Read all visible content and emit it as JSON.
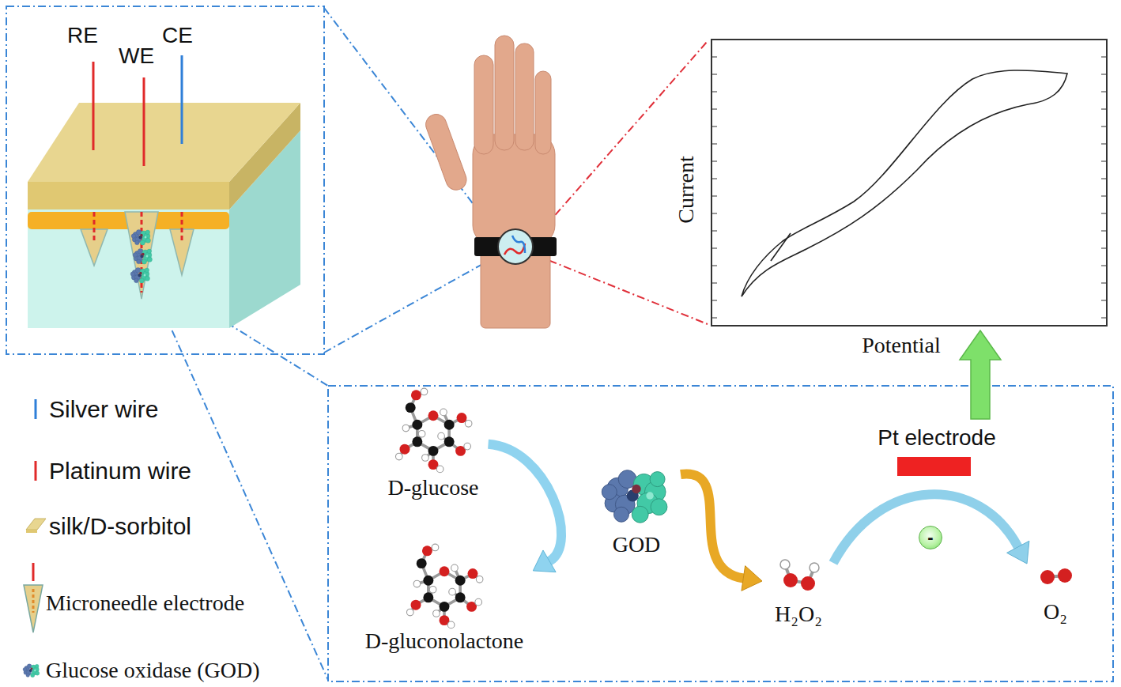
{
  "diagram": {
    "nodes": [
      {
        "text": [
          "D-glucose"
        ]
      },
      {
        "text": [
          "D-gluconolactone"
        ]
      },
      {
        "text": [
          "GOD"
        ]
      },
      {
        "text": [
          "H₂O₂"
        ]
      },
      {
        "text": [
          "O₂"
        ]
      },
      {
        "text": [
          "Pt electrode"
        ]
      },
      {
        "text": [
          "-"
        ]
      }
    ],
    "edges": [
      {
        "from": 0,
        "to": 1,
        "arrow": "to"
      },
      {
        "from": 2,
        "to": 3,
        "arrow": "to"
      },
      {
        "from": 3,
        "to": 4,
        "arrow": "to"
      }
    ],
    "labels": [
      "RE",
      "WE",
      "CE",
      "Current",
      "Potential"
    ],
    "legend": [
      {
        "text": "Silver wire"
      },
      {
        "text": "Platinum wire"
      },
      {
        "text": "silk/D-sorbitol"
      },
      {
        "text": "Microneedle electrode"
      },
      {
        "text": "Glucose oxidase (GOD)"
      }
    ]
  }
}
